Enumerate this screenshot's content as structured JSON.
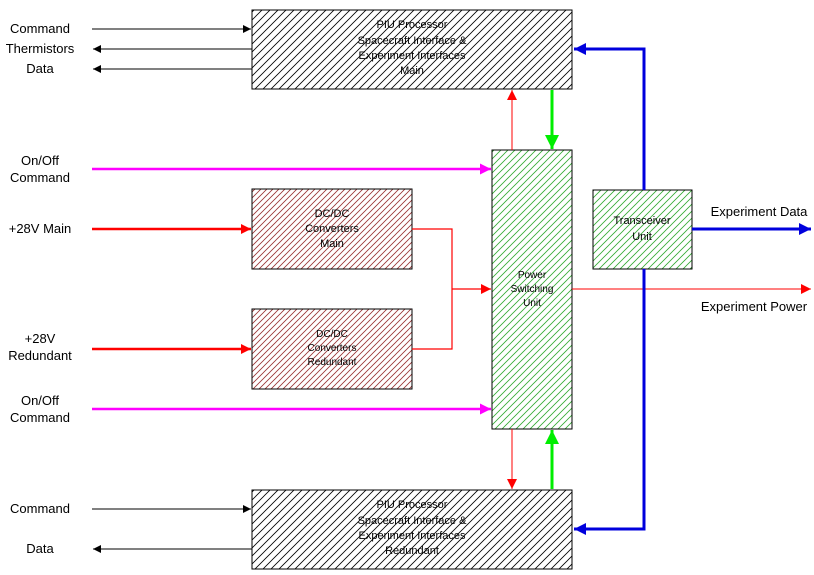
{
  "blocks": {
    "piu_main": {
      "lines": [
        "PIU Processor",
        "Spacecraft Interface &",
        "Experiment Interfaces",
        "Main"
      ]
    },
    "piu_redundant": {
      "lines": [
        "PIU Processor",
        "Spacecraft Interface &",
        "Experiment Interfaces",
        "Redundant"
      ]
    },
    "dcdc_main": {
      "lines": [
        "DC/DC",
        "Converters",
        "Main"
      ]
    },
    "dcdc_redundant": {
      "lines": [
        "DC/DC",
        "Converters",
        "Redundant"
      ]
    },
    "psu": {
      "lines": [
        "Power",
        "Switching",
        "Unit"
      ]
    },
    "transceiver": {
      "lines": [
        "Transceiver",
        "Unit"
      ]
    }
  },
  "signals": {
    "command_top": "Command",
    "thermistors": "Thermistors",
    "data_top": "Data",
    "onoff_top": [
      "On/Off",
      "Command"
    ],
    "plus28_main": "+28V Main",
    "plus28_redundant": [
      "+28V",
      "Redundant"
    ],
    "onoff_bottom": [
      "On/Off",
      "Command"
    ],
    "command_bottom": "Command",
    "data_bottom": "Data",
    "experiment_data": "Experiment Data",
    "experiment_power": "Experiment Power"
  },
  "colors": {
    "signal": "#000000",
    "power": "#ff0000",
    "onoff": "#ff00ff",
    "data_bus": "#0000dd",
    "psu_link": "#00ee00",
    "piu_hatch": "#000000",
    "dcdc_hatch": "#993333",
    "green_hatch": "#33aa33"
  }
}
